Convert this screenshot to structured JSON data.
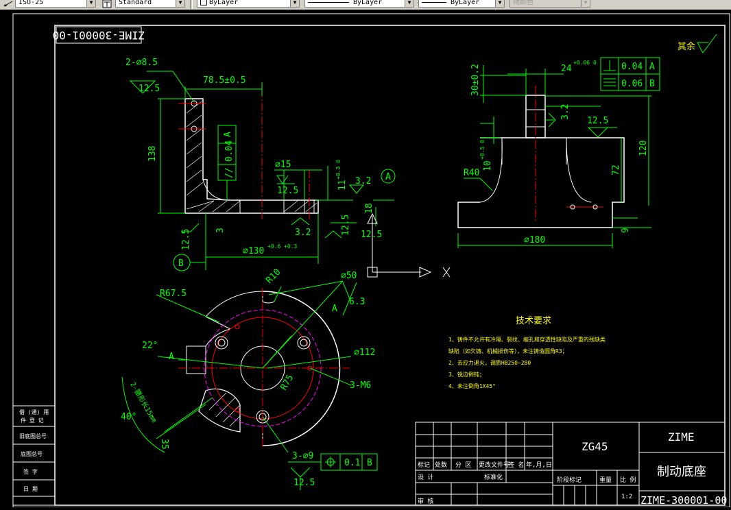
{
  "toolbar": {
    "dimstyle": "ISO-25",
    "textstyle": "Standard",
    "layer_color": "ByLayer",
    "linetype": "ByLayer",
    "lineweight": "ByLayer",
    "plotstyle": "随颜色"
  },
  "drawing": {
    "title_mirror": "ZIME-300001-00",
    "roughness_rest": "其余",
    "front": {
      "holes_2x": "2-⌀8.5",
      "rough_12_5_a": "12.5",
      "dim_78_5": "78.5±0.5",
      "dim_138": "138",
      "parallel_tol": "//",
      "parallel_val": "0.04",
      "parallel_datum": "A",
      "phi15": "⌀15",
      "rough_12_5_b": "12.5",
      "dim_11": "11",
      "tol_11": "+0.3 0",
      "rough_3_2_a": "3.2",
      "datum_A": "A",
      "dim_18": "18",
      "dim_3": "3",
      "rough_3_2_b": "3.2",
      "rough_12_5_c": "12.5",
      "rough_12_5_d": "12.5",
      "rough_12_5_e": "12.5",
      "dim_phi130": "⌀130",
      "tol_phi130": "+0.6 +0.3",
      "datum_B": "B"
    },
    "side": {
      "dim_24": "24",
      "tol_24": "+0.06 0",
      "dim_30": "30±0.2",
      "perp_val": "0.04",
      "perp_datum": "A",
      "sym_val": "0.06",
      "sym_datum": "B",
      "rough_3_2": "3.2",
      "rough_12_5": "12.5",
      "dim_120": "120",
      "dim_R40": "R40",
      "dim_10": "10",
      "tol_10": "+0.5 0",
      "dim_72": "72",
      "dim_phi180": "⌀180",
      "dim_9": "9"
    },
    "top": {
      "dim_R10": "R10",
      "dim_phi50": "⌀50",
      "dim_R67_5": "R67.5",
      "sec_A": "A",
      "rough_6_3": "6.3",
      "dim_22": "22°",
      "sec_A2": "A",
      "dim_phi112": "⌀112",
      "slot_note": "2-腰形长15mm",
      "dim_R75": "R75",
      "thread": "3-M6",
      "dim_40": "40°",
      "dim_35": "35",
      "holes_3x": "3-⌀9",
      "pos_val": "0.1",
      "pos_datum": "B",
      "rough_12_5": "12.5"
    },
    "tech": {
      "title": "技术要求",
      "lines": [
        "1、铸件不允许有冷隔、裂纹、缩孔和穿透性缺陷及严重的残缺类",
        "缺陷（如欠铸、机械损伤等），未注铸造圆角R3；",
        "2、去应力退火，调质HB250~280",
        "3、锐边倒钝；",
        "4、未注倒角1X45°"
      ]
    },
    "title_block": {
      "material": "ZG45",
      "company": "ZIME",
      "part_name": "制动底座",
      "drawing_no": "ZIME-300001-00",
      "scale": "1:2",
      "h_mark": "标记",
      "h_count": "处数",
      "h_zone": "分 区",
      "h_docno": "更改文件号",
      "h_sign": "签 名",
      "h_date": "年,月,日",
      "h_design": "设 计",
      "h_std": "标准化",
      "h_review": "审 核",
      "h_stage": "阶段标记",
      "h_weight": "重量",
      "h_ratio": "比 例"
    },
    "side_block": {
      "r1": "借 (通) 用",
      "r1b": "件 登 记",
      "r2": "旧底图总号",
      "r3": "底图总号",
      "r4": "签 字",
      "r5": "日 期"
    }
  }
}
